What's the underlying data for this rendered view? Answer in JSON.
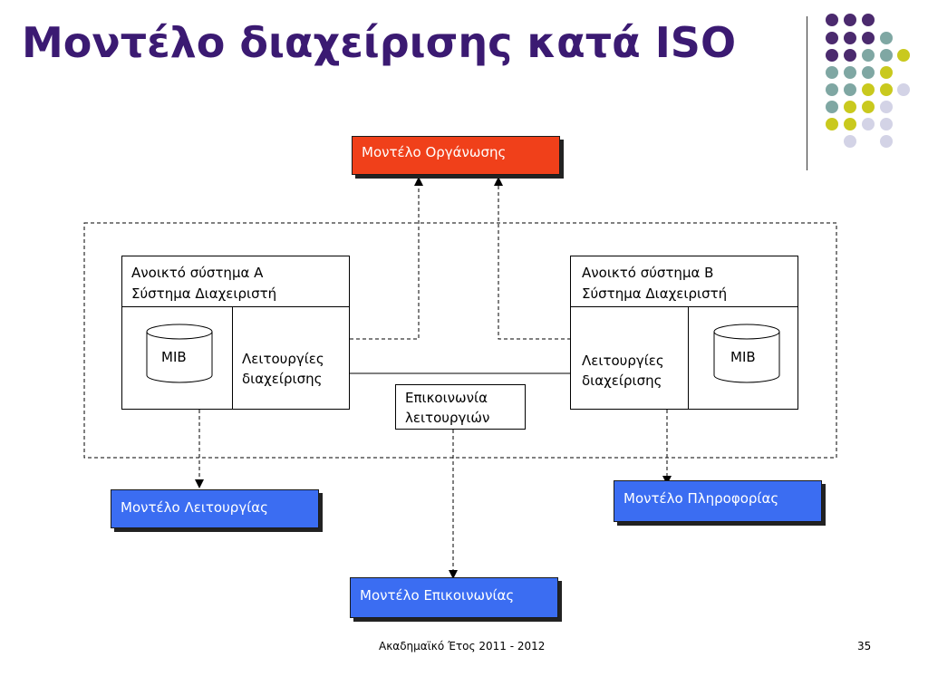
{
  "title": "Μοντέλο διαχείρισης κατά ISO",
  "boxes": {
    "organization": "Μοντέλο Οργάνωσης",
    "function": "Μοντέλο Λειτουργίας",
    "information": "Μοντέλο Πληροφορίας",
    "communication": "Μοντέλο Επικοινωνίας"
  },
  "system_a": {
    "line1": "Ανοικτό σύστημα Α",
    "line2": "Σύστημα Διαχειριστή",
    "mib": "MIB",
    "functions_line1": "Λειτουργίες",
    "functions_line2": "διαχείρισης"
  },
  "system_b": {
    "line1": "Ανοικτό σύστημα Β",
    "line2": "Σύστημα Διαχειριστή",
    "mib": "MIB",
    "functions_line1": "Λειτουργίες",
    "functions_line2": "διαχείρισης"
  },
  "comm_functions": {
    "line1": "Επικοινωνία",
    "line2": "λειτουργιών"
  },
  "footer": {
    "center": "Ακαδημαϊκό Έτος 2011 - 2012",
    "page": "35"
  },
  "colors": {
    "title": "#3b1a72",
    "blue_box": "#3b6df2",
    "red_box": "#f0401a",
    "dot_purple": "#4b2a6e",
    "dot_teal": "#7fa7a3",
    "dot_yellow": "#c9c91e",
    "dot_lavender": "#d3d3e6"
  },
  "icons": [
    "database-cylinder-icon"
  ]
}
